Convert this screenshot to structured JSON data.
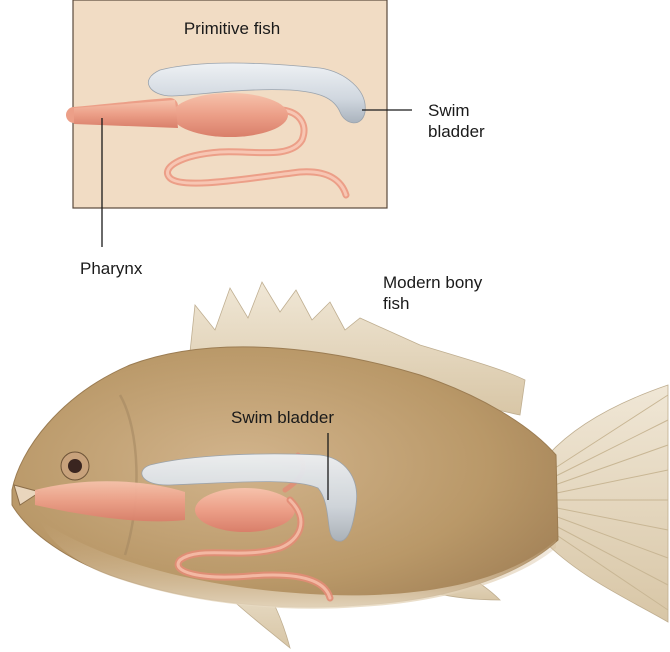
{
  "inset": {
    "title": "Primitive fish",
    "swim_bladder_line1": "Swim",
    "swim_bladder_line2": "bladder",
    "pharynx": "Pharynx"
  },
  "main": {
    "title_line1": "Modern bony",
    "title_line2": "fish",
    "swim_bladder": "Swim bladder"
  },
  "colors": {
    "inset_bg": "#f1dcc4",
    "gut": "#ec9f88",
    "bladder": "#d6dde4",
    "fish_body": "#c7a77c",
    "fin": "#e7dbc6"
  }
}
